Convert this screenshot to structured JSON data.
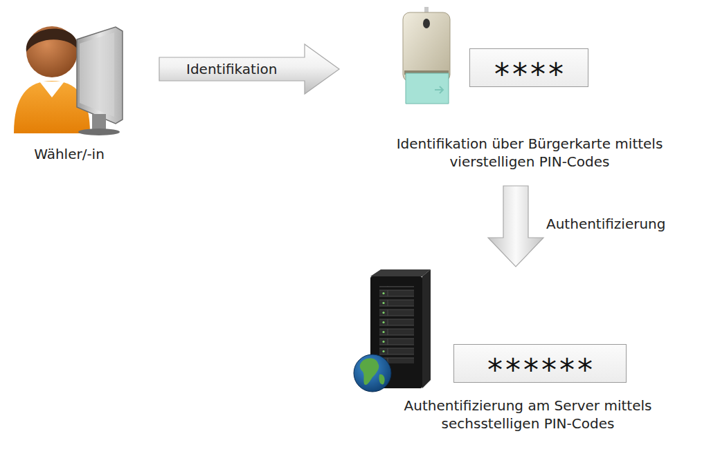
{
  "diagram": {
    "nodes": [
      {
        "text": [
          "Wähler/-in"
        ]
      },
      {
        "text": [
          "****",
          "Identifikation über Bürgerkarte mittels vierstelligen PIN-Codes"
        ]
      },
      {
        "text": [
          "******",
          "Authentifizierung am Server mittels sechsstelligen PIN-Codes"
        ]
      }
    ],
    "edges": [
      {
        "from": 0,
        "to": 1,
        "arrow": "to",
        "label": "Identifikation"
      },
      {
        "from": 1,
        "to": 2,
        "arrow": "to",
        "label": "Authentifizierung"
      }
    ]
  }
}
